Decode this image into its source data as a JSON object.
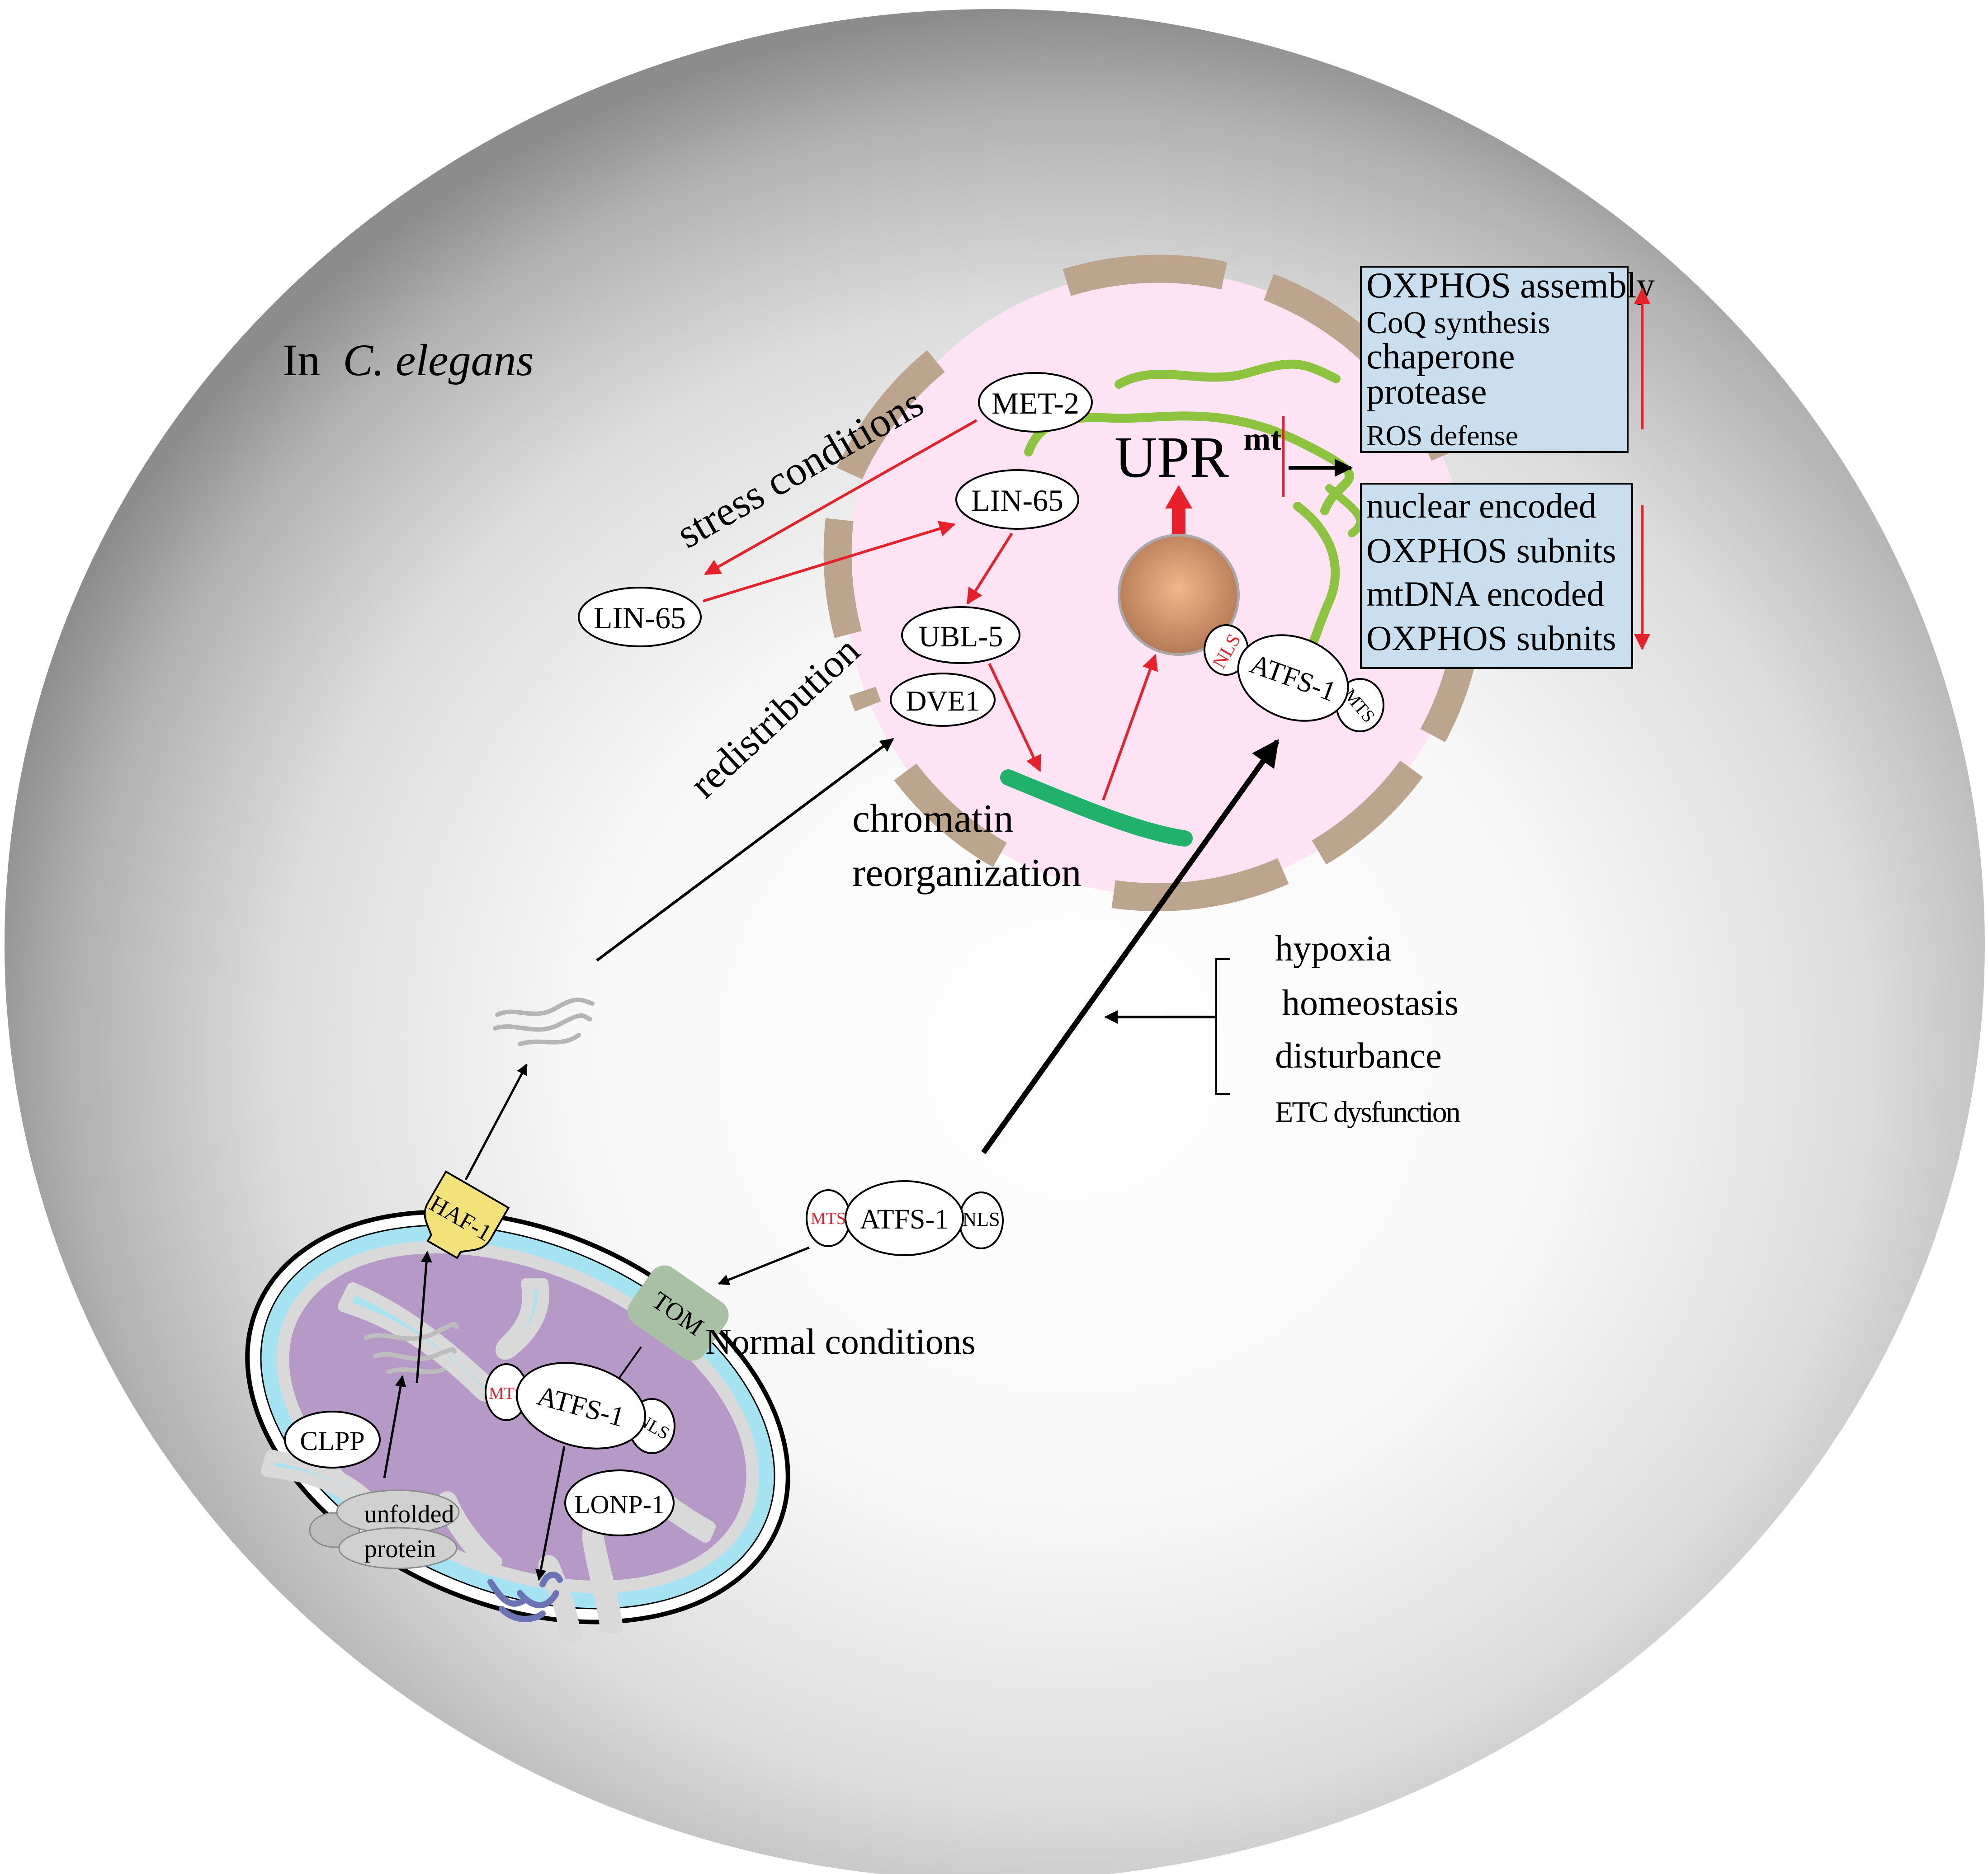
{
  "title_prefix": "In",
  "title_species": "C. elegans",
  "labels": {
    "stress_conditions": "stress conditions",
    "redistribution": "redistribution",
    "chromatin_line1": "chromatin",
    "chromatin_line2": "reorganization",
    "normal_conditions": "Normal conditions",
    "upr_main": "UPR",
    "upr_sup": "mt"
  },
  "proteins": {
    "met2": "MET-2",
    "lin65_nuclear": "LIN-65",
    "lin65_cyto": "LIN-65",
    "ubl5": "UBL-5",
    "dve1": "DVE1",
    "atfs1_nuclear": "ATFS-1",
    "nls_nuclear": "NLS",
    "mts_nuclear": "MTS",
    "atfs1_cyto": "ATFS-1",
    "mts_cyto": "MTS",
    "nls_cyto": "NLS",
    "atfs1_mito": "ATFS-1",
    "mts_mito": "MTS",
    "nls_mito": "NLS",
    "haf1": "HAF-1",
    "tom": "TOM",
    "clpp": "CLPP",
    "lonp1": "LONP-1",
    "unfolded_line1": "unfolded",
    "unfolded_line2": "protein"
  },
  "box_up": [
    "OXPHOS assembly",
    "CoQ synthesis",
    "chaperone",
    "protease",
    "ROS defense"
  ],
  "box_down": [
    "nuclear encoded",
    "OXPHOS subnits",
    "mtDNA encoded",
    "OXPHOS subnits"
  ],
  "stressors": [
    "hypoxia",
    "homeostasis",
    "disturbance",
    "ETC dysfunction"
  ],
  "colors": {
    "red_arrow": "#e8202a",
    "nucleus_fill": "#fde3f4",
    "envelope": "#bca58c",
    "box_fill": "#c9dff0",
    "chromatin": "#20b26a",
    "green_strand": "#8cc43f",
    "matrix": "#b799c8",
    "ims": "#a6e3f2",
    "haf1": "#f3e27a",
    "tom": "#a8c0a3",
    "nucleolus": "#c98b5c"
  }
}
